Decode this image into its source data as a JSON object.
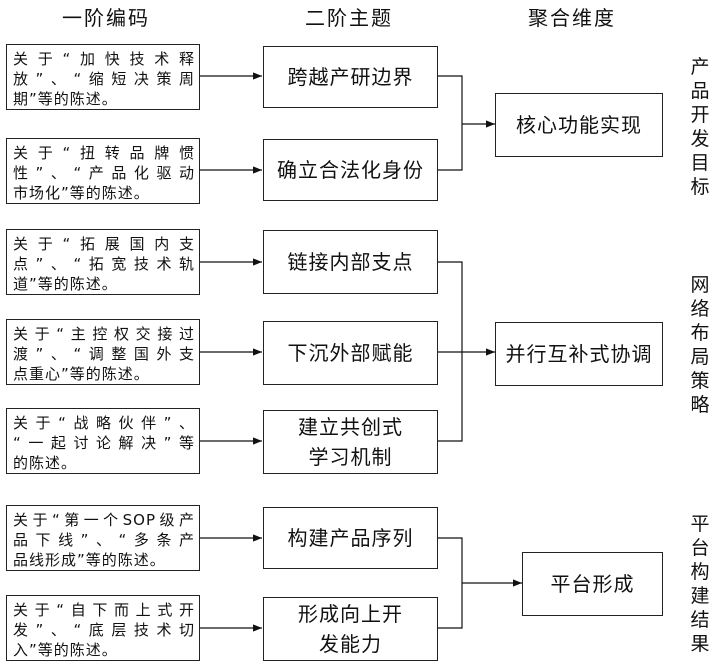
{
  "headers": [
    "一阶编码",
    "二阶主题",
    "聚合维度"
  ],
  "codes": [
    [
      "关于“加快技术释",
      "放”、“缩短决策周",
      "期”等的陈述。"
    ],
    [
      "关于“扭转品牌惯",
      "性”、“产品化驱动",
      "市场化”等的陈述。"
    ],
    [
      "关于“拓展国内支",
      "点”、“拓宽技术轨",
      "道”等的陈述。"
    ],
    [
      "关于“主控权交接过",
      "渡”、“调整国外支",
      "点重心”等的陈述。"
    ],
    [
      "关于“战略伙伴”、",
      "“一起讨论解决”等",
      "的陈述。"
    ],
    [
      "关于“第一个SOP级产",
      "品下线”、“多条产",
      "品线形成”等的陈述。"
    ],
    [
      "关于“自下而上式开",
      "发”、“底层技术切",
      "入”等的陈述。"
    ]
  ],
  "themes": [
    "跨越产研边界",
    "确立合法化身份",
    "链接内部支点",
    "下沉外部赋能",
    "建立共创式学习机制",
    "构建产品序列",
    "形成向上开发能力"
  ],
  "dimensions": [
    "核心功能实现",
    "并行互补式协调",
    "平台形成"
  ],
  "side_labels": [
    "产品开发目标",
    "网络布局策略",
    "平台构建结果"
  ]
}
